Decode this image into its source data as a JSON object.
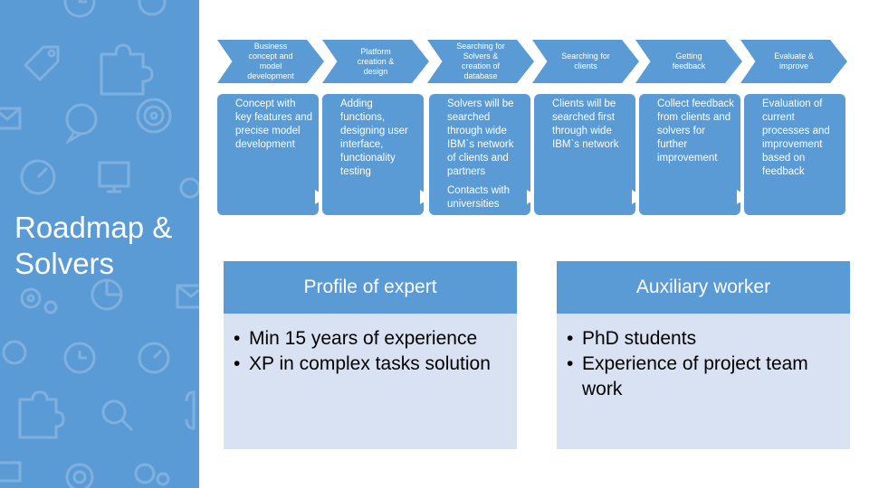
{
  "sidebar": {
    "title": "Roadmap & Solvers",
    "icons": [
      "target-icon",
      "puzzle-icon",
      "lightbulb-icon",
      "gear-icon",
      "clock-icon",
      "chat-icon",
      "tag-icon",
      "mail-icon",
      "chart-icon",
      "speedometer-icon",
      "magnifier-icon"
    ],
    "color": "#5b9bd5"
  },
  "process": {
    "chevrons": [
      "Business concept and model development",
      "Platform creation & design",
      "Searching for Solvers & creation of database",
      "Searching for clients",
      "Getting feedback",
      "Evaluate & improve"
    ],
    "steps": [
      {
        "text": "Concept with key features and precise model development",
        "extra": ""
      },
      {
        "text": "Adding functions, designing user interface, functionality testing",
        "extra": ""
      },
      {
        "text": "Solvers will be searched through wide IBM`s network of clients and partners",
        "extra": "Contacts with universities"
      },
      {
        "text": "Clients will be searched first through wide IBM`s network",
        "extra": ""
      },
      {
        "text": "Collect feedback from clients and solvers for further improvement",
        "extra": ""
      },
      {
        "text": "Evaluation of current processes and improvement based on feedback",
        "extra": ""
      }
    ]
  },
  "cards": [
    {
      "title": "Profile of expert",
      "items": [
        "Min 15 years of experience",
        "XP in complex tasks solution"
      ]
    },
    {
      "title": "Auxiliary worker",
      "items": [
        "PhD students",
        "Experience of project team work"
      ]
    }
  ],
  "colors": {
    "accent": "#5b9bd5",
    "card_body": "#d9e2f3"
  }
}
